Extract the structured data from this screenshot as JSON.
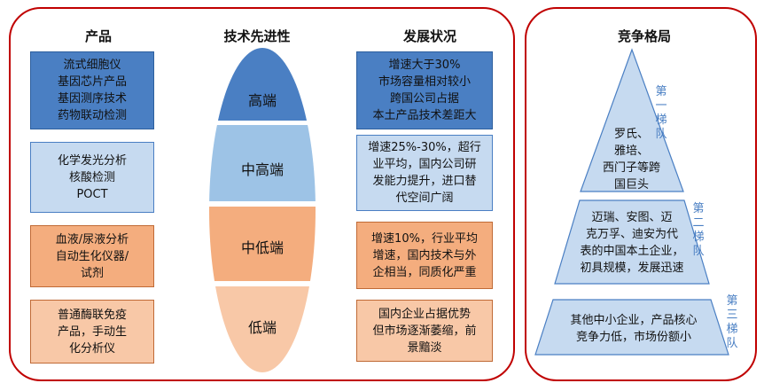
{
  "headers": {
    "product": "产品",
    "tech": "技术先进性",
    "development": "发展状况",
    "competition": "竞争格局"
  },
  "products": [
    "流式细胞仪\n基因芯片产品\n基因测序技术\n药物联动检测",
    "化学发光分析\n核酸检测\nPOCT",
    "血液/尿液分析\n自动生化仪器/\n试剂",
    "普通酶联免疫\n产品，手动生\n化分析仪"
  ],
  "tech_levels": [
    "高端",
    "中高端",
    "中低端",
    "低端"
  ],
  "development": [
    "增速大于30%\n市场容量相对较小\n跨国公司占据\n本土产品技术差距大",
    "增速25%-30%，超行\n业平均，国内公司研\n发能力提升，进口替\n代空间广阔",
    "增速10%，行业平均\n增速，国内技术与外\n企相当，同质化严重",
    "国内企业占据优势\n但市场逐渐萎缩，前\n景黯淡"
  ],
  "pyramid": {
    "tier1": "罗氏、\n雅培、\n西门子等跨\n国巨头",
    "tier2": "迈瑞、安图、迈\n克万孚、迪安为代\n表的中国本土企业，\n初具规模，发展迅速",
    "tier3": "其他中小企业，产品核心\n竞争力低，市场份额小",
    "tier1_label": "第一梯队",
    "tier2_label": "第二梯队",
    "tier3_label": "第三梯队"
  },
  "colors": {
    "frame": "#c00000",
    "blue_dark": "#4a7fc3",
    "blue_light": "#c6daf0",
    "orange_mid": "#f4ad7e",
    "orange_light": "#f8c8a7"
  }
}
